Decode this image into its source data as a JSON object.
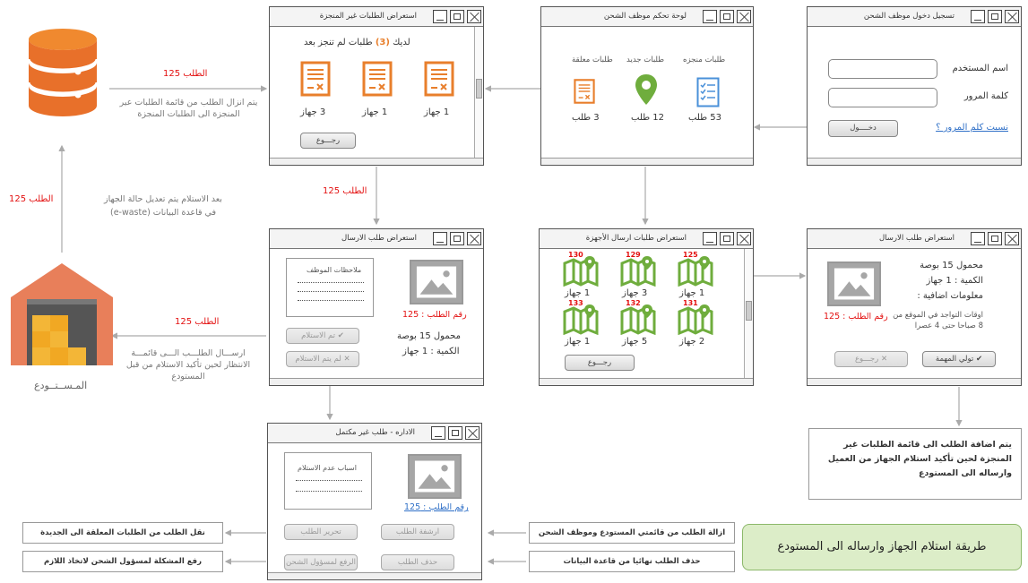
{
  "windows": {
    "login": {
      "title": "تسجيل دخول موظف الشحن",
      "username": "اسم المستخدم",
      "password": "كلمة المرور",
      "login_btn": "دخــــول",
      "forgot": "نسيت كلم المرور ؟"
    },
    "dashboard": {
      "title": "لوحة تحكم موظف الشحن",
      "cats": [
        {
          "label": "طلبات منجزه",
          "count": "53 طلب"
        },
        {
          "label": "طلبات جديد",
          "count": "12 طلب"
        },
        {
          "label": "طلبات معلقة",
          "count": "3 طلب"
        }
      ]
    },
    "pending": {
      "title": "استعراض الطلبات غير المنجزة",
      "headline_pre": "لديك",
      "headline_num": "(3)",
      "headline_post": "طلبات لم تنجز بعد",
      "items": [
        "1 جهاز",
        "1 جهاز",
        "3 جهاز"
      ],
      "back": "رجـــوع"
    },
    "send_requests": {
      "title": "استعراض طلبات ارسال الأجهزة",
      "maps": [
        {
          "id": "125",
          "qty": "1 جهاز"
        },
        {
          "id": "129",
          "qty": "3 جهاز"
        },
        {
          "id": "130",
          "qty": "1 جهاز"
        },
        {
          "id": "131",
          "qty": "2 جهاز"
        },
        {
          "id": "132",
          "qty": "5 جهاز"
        },
        {
          "id": "133",
          "qty": "1 جهاز"
        }
      ],
      "back": "رجـــوع"
    },
    "send_detail": {
      "title": "استعراض طلب الارسال",
      "line1": "محمول 15 بوصة",
      "line2": "الكمية : 1 جهاز",
      "line3": "معلومات اضافية :",
      "order_no": "رقم الطلب : 125",
      "avail1": "اوقات التواجد في الموقع من",
      "avail2": "8 صباحا حتى 4 عصرا",
      "accept": "تولي المهمة",
      "back": "رجـــوع"
    },
    "send_view": {
      "title": "استعراض طلب الارسال",
      "notes_label": "ملاحظات الموظف",
      "order_no": "رقم الطلب : 125",
      "line1": "محمول 15 بوصة",
      "line2": "الكمية : 1 جهاز",
      "received": "تم الاستلام",
      "not_received": "لم يتم الاستلام"
    },
    "admin": {
      "title": "الاداره - طلب غير مكتمل",
      "notes_label": "اسباب عدم الاستلام",
      "order_no": "رقم الطلب : 125",
      "edit": "تحرير الطلب",
      "archive": "ارشفة الطلب",
      "escalate": "الرفع لمسؤول الشحن",
      "delete": "حذف الطلب"
    }
  },
  "annotations": {
    "order_label": "الطلب 125",
    "db_note": "يتم انزال الطلب من قائمة الطلبات عير المنجزة الى الطلبات المنجزة",
    "warehouse_note1": "بعد الاستلام يتم تعديل حالة الجهاز",
    "warehouse_note2": "في قاعدة البيانات (e-waste)",
    "wait_note": "ارســـال الطلـــب الـــى قائمـــة الانتظار لحين تأكيد الاستلام من قبل المستودع",
    "warehouse": "المـســتــودع",
    "add_note": "يتم اضافة الطلب الى قائمة الطلبات غير المنجزة لحين تأكيد استلام الجهاز من العميل وارساله الى المستودع",
    "remove_note": "ازالة الطلب من قائمتي المستودع وموظف الشحن",
    "delete_note": "حذف الطلب نهائيا من قاعدة البيانات",
    "move_note": "نقل الطلب من الطلبات المعلقة الى الجديدة",
    "escalate_note": "رفع المشكلة لمسؤول الشحن لاتخاذ اللازم",
    "legend": "طريقة استلام الجهاز وارساله الى المستودع"
  },
  "colors": {
    "orange": "#e87f2c",
    "green": "#6fad3d",
    "blue": "#4a90d9",
    "red": "#e31010",
    "legend_bg": "#dcedc8"
  }
}
